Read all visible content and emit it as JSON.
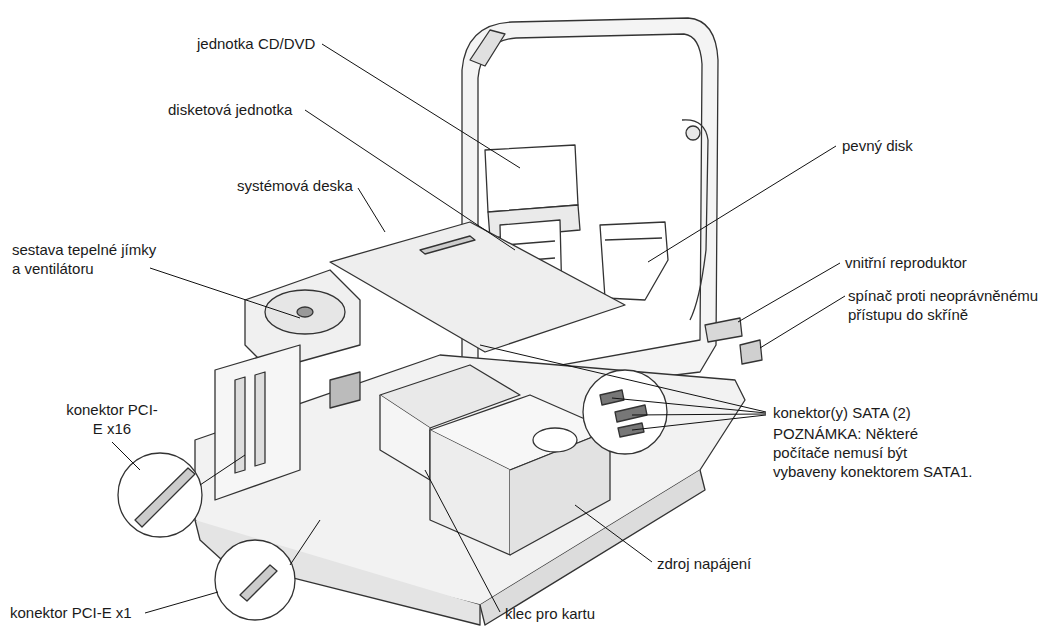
{
  "diagram": {
    "labels": [
      "jednotka CD/DVD",
      "disketová jednotka",
      "pevný disk",
      "systémová deska",
      "vnitřní reproduktor",
      "sestava tepelné jímky a ventilátoru",
      "spínač proti neoprávněnému přístupu do skříně",
      "konektor PCI-E x16",
      "konektor(y) SATA (2)",
      "POZNÁMKA: Některé počítače nemusí být vybaveny konektorem SATA1.",
      "zdroj napájení",
      "konektor PCI-E x1",
      "klec pro kartu"
    ]
  }
}
